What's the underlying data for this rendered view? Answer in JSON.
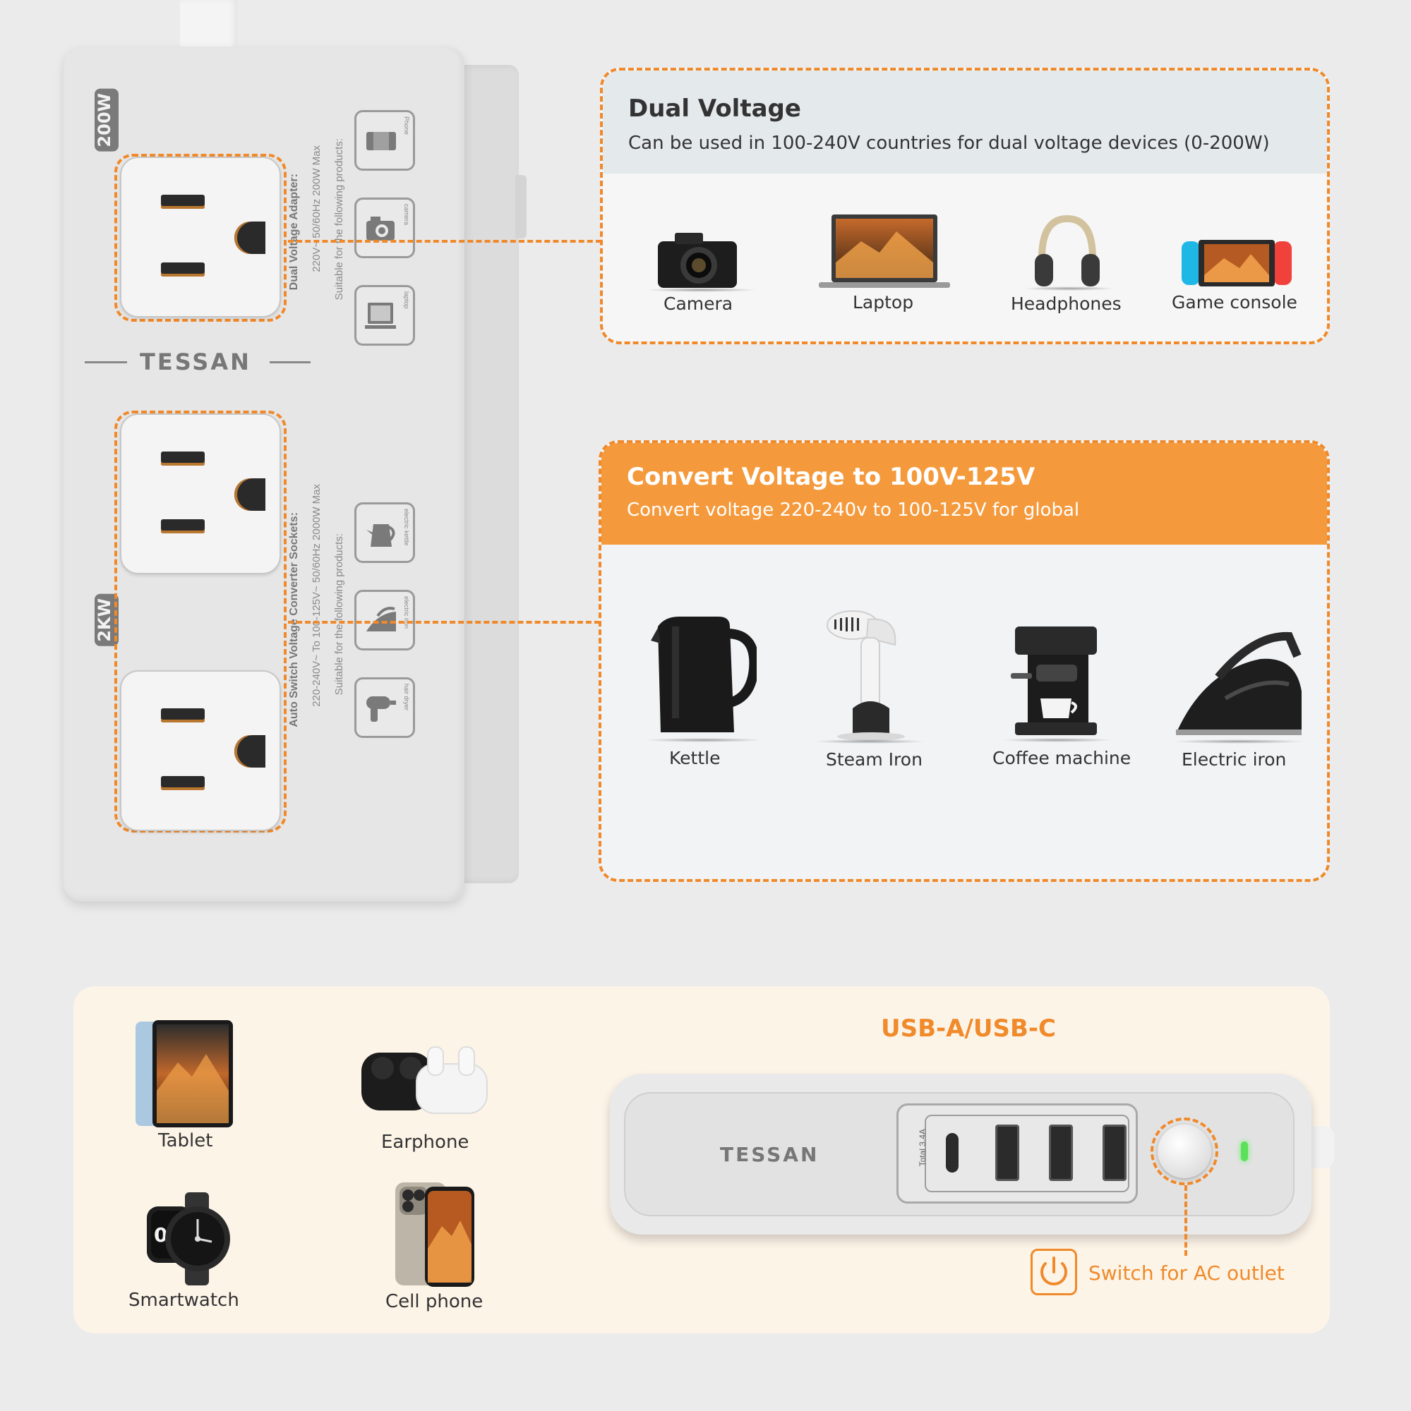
{
  "strip": {
    "brand": "TESSAN",
    "top_badge": "200W",
    "mid_badge": "2KW",
    "adapter_line1": "Dual Voltage Adapter:",
    "adapter_line2": "220V~  50/60Hz   200W  Max",
    "adapter_line3": "Suitable for the following products:",
    "converter_line1": "Auto Switch Voltage Converter Sockets:",
    "converter_line2": "220-240V~ To 100-125V~  50/60Hz   2000W  Max",
    "converter_line3": "Suitable for the following products:",
    "icons_top": [
      {
        "icon": "phone-icon",
        "label": "Phone"
      },
      {
        "icon": "camera-icon",
        "label": "camera"
      },
      {
        "icon": "laptop-icon",
        "label": "laptop"
      }
    ],
    "icons_bottom": [
      {
        "icon": "kettle-icon",
        "label": "electric kettle"
      },
      {
        "icon": "iron-icon",
        "label": "electric iron"
      },
      {
        "icon": "hair-dryer-icon",
        "label": "hair dryer"
      }
    ]
  },
  "dual": {
    "title": "Dual Voltage",
    "subtitle": "Can be used in 100-240V countries for dual voltage devices (0-200W)",
    "items": [
      {
        "icon": "camera-icon",
        "label": "Camera"
      },
      {
        "icon": "laptop-icon",
        "label": "Laptop"
      },
      {
        "icon": "headphones-icon",
        "label": "Headphones"
      },
      {
        "icon": "game-console-icon",
        "label": "Game console"
      }
    ]
  },
  "convert": {
    "title": "Convert Voltage to 100V-125V",
    "subtitle": "Convert voltage 220-240v to 100-125V for global",
    "items": [
      {
        "icon": "kettle-icon",
        "label": "Kettle"
      },
      {
        "icon": "steam-iron-icon",
        "label": "Steam Iron"
      },
      {
        "icon": "coffee-machine-icon",
        "label": "Coffee machine"
      },
      {
        "icon": "electric-iron-icon",
        "label": "Electric iron"
      }
    ]
  },
  "usb": {
    "title": "USB-A/USB-C",
    "brand": "TESSAN",
    "port_text": "Total 3.4A",
    "devices": [
      {
        "icon": "tablet-icon",
        "label": "Tablet"
      },
      {
        "icon": "earphone-icon",
        "label": "Earphone"
      },
      {
        "icon": "smartwatch-icon",
        "label": "Smartwatch"
      },
      {
        "icon": "cell-phone-icon",
        "label": "Cell phone"
      }
    ],
    "switch_label": "Switch for AC outlet"
  },
  "colors": {
    "accent": "#f0892a",
    "header_orange": "#f59a3c",
    "card_bg": "#fdf4e8",
    "led": "#5be05a"
  }
}
